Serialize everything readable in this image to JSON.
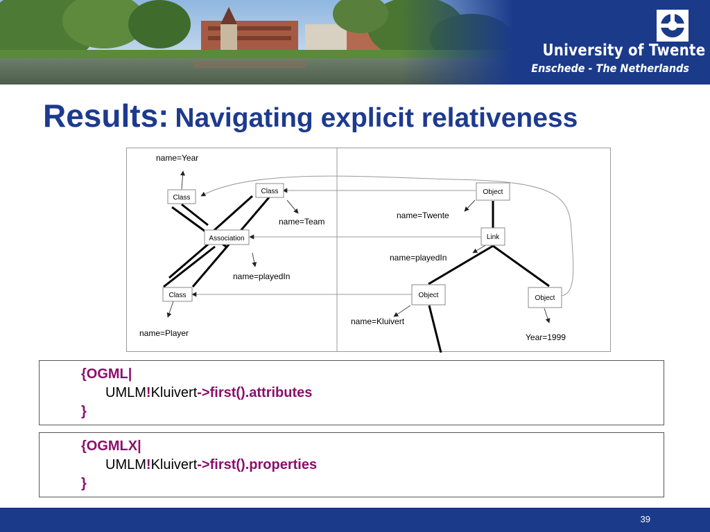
{
  "header": {
    "university_name": "University of Twente",
    "location": "Enschede - The Netherlands",
    "logo_icon": "university-logo-icon"
  },
  "title": {
    "main": "Results:",
    "sub": "Navigating explicit relativeness"
  },
  "diagram": {
    "metamodel": {
      "class_year": "Class",
      "class_team": "Class",
      "association": "Association",
      "class_player": "Class",
      "label_year": "name=Year",
      "label_team": "name=Team",
      "label_playedin": "name=playedIn",
      "label_player": "name=Player"
    },
    "model": {
      "object_twente": "Object",
      "link": "Link",
      "object_kluivert": "Object",
      "object_year": "Object",
      "label_twente": "name=Twente",
      "label_playedin": "name=playedIn",
      "label_kluivert": "name=Kluivert",
      "label_year": "Year=1999"
    }
  },
  "code_blocks": [
    {
      "open": "{OGML|",
      "prefix": "UMLM",
      "bang": "!",
      "name": "Kluivert",
      "arrow": "->",
      "call": "first().attributes",
      "close": "}"
    },
    {
      "open": "{OGMLX|",
      "prefix": "UMLM",
      "bang": "!",
      "name": "Kluivert",
      "arrow": "->",
      "call": "first().properties",
      "close": "}"
    }
  ],
  "footer": {
    "page_number": "39"
  },
  "colors": {
    "header_blue": "#1b3a8a",
    "title_blue": "#1d3a8f",
    "code_keyword": "#8a0f6a"
  }
}
